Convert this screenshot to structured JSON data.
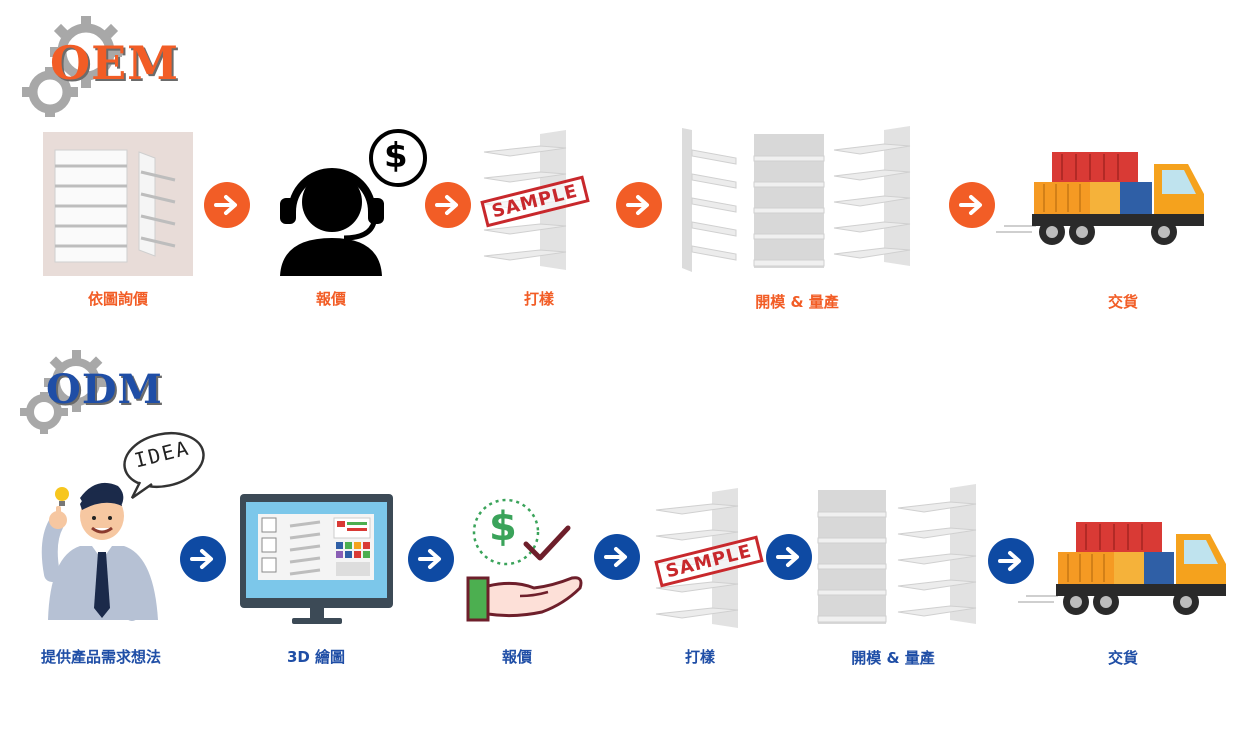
{
  "oem": {
    "logo_text": "OEM",
    "stamp_text": "SAMPLE",
    "steps": [
      {
        "label": "依圖詢價"
      },
      {
        "label": "報價"
      },
      {
        "label": "打樣"
      },
      {
        "label": "開模 & 量產"
      },
      {
        "label": "交貨"
      }
    ]
  },
  "odm": {
    "logo_text": "ODM",
    "idea_text": "IDEA",
    "stamp_text": "SAMPLE",
    "steps": [
      {
        "label": "提供產品需求想法"
      },
      {
        "label": "3D 繪圖"
      },
      {
        "label": "報價"
      },
      {
        "label": "打樣"
      },
      {
        "label": "開模 & 量產"
      },
      {
        "label": "交貨"
      }
    ]
  },
  "colors": {
    "oem_accent": "#f25d26",
    "odm_accent": "#1f4ea6",
    "shelf": "#e6e6e6",
    "truck_cab": "#f5a21d",
    "container_red": "#d93a35",
    "container_orange": "#f59a23",
    "container_blue": "#2f5fa6"
  },
  "icons": {
    "gear": "gear-icon",
    "arrow": "arrow-right-icon",
    "headset": "customer-service-icon",
    "dollar": "dollar-icon",
    "shelf": "shelf-icon",
    "truck": "truck-icon",
    "monitor": "monitor-icon",
    "hand_money": "hand-money-icon",
    "person": "businessman-icon",
    "bulb": "lightbulb-icon"
  }
}
